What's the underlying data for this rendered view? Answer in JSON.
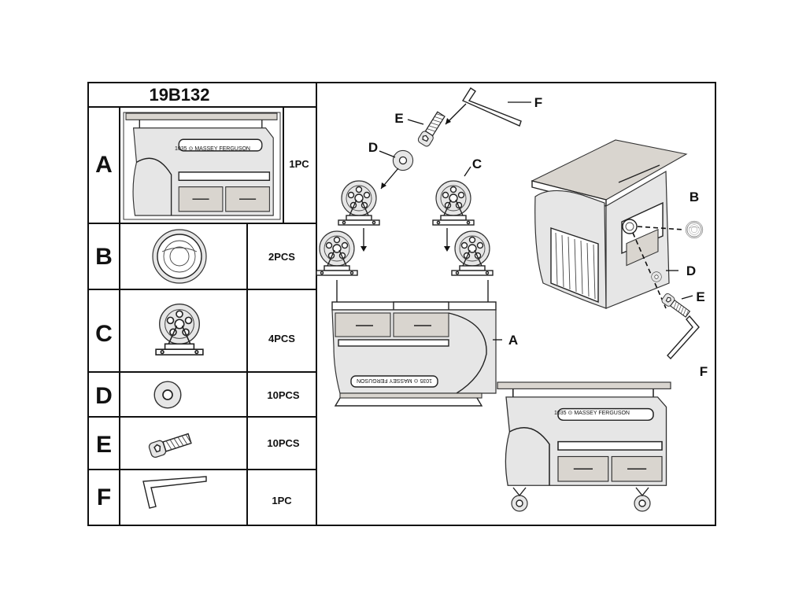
{
  "model_code": "19B132",
  "parts": [
    {
      "letter": "A",
      "qty": "1PC",
      "icon": "console-table-body"
    },
    {
      "letter": "B",
      "qty": "2PCS",
      "icon": "headlight-cap"
    },
    {
      "letter": "C",
      "qty": "4PCS",
      "icon": "caster-wheel"
    },
    {
      "letter": "D",
      "qty": "10PCS",
      "icon": "washer"
    },
    {
      "letter": "E",
      "qty": "10PCS",
      "icon": "bolt"
    },
    {
      "letter": "F",
      "qty": "1PC",
      "icon": "allen-key"
    }
  ],
  "diagram_callouts": {
    "top_f": "F",
    "top_e": "E",
    "top_d": "D",
    "top_c": "C",
    "body_a": "A",
    "right_b": "B",
    "right_d": "D",
    "right_e": "E",
    "right_f": "F"
  },
  "nameplate_text": "1035 ⊙ MASSEY FERGUSON",
  "colors": {
    "line": "#111111",
    "background": "#ffffff"
  }
}
